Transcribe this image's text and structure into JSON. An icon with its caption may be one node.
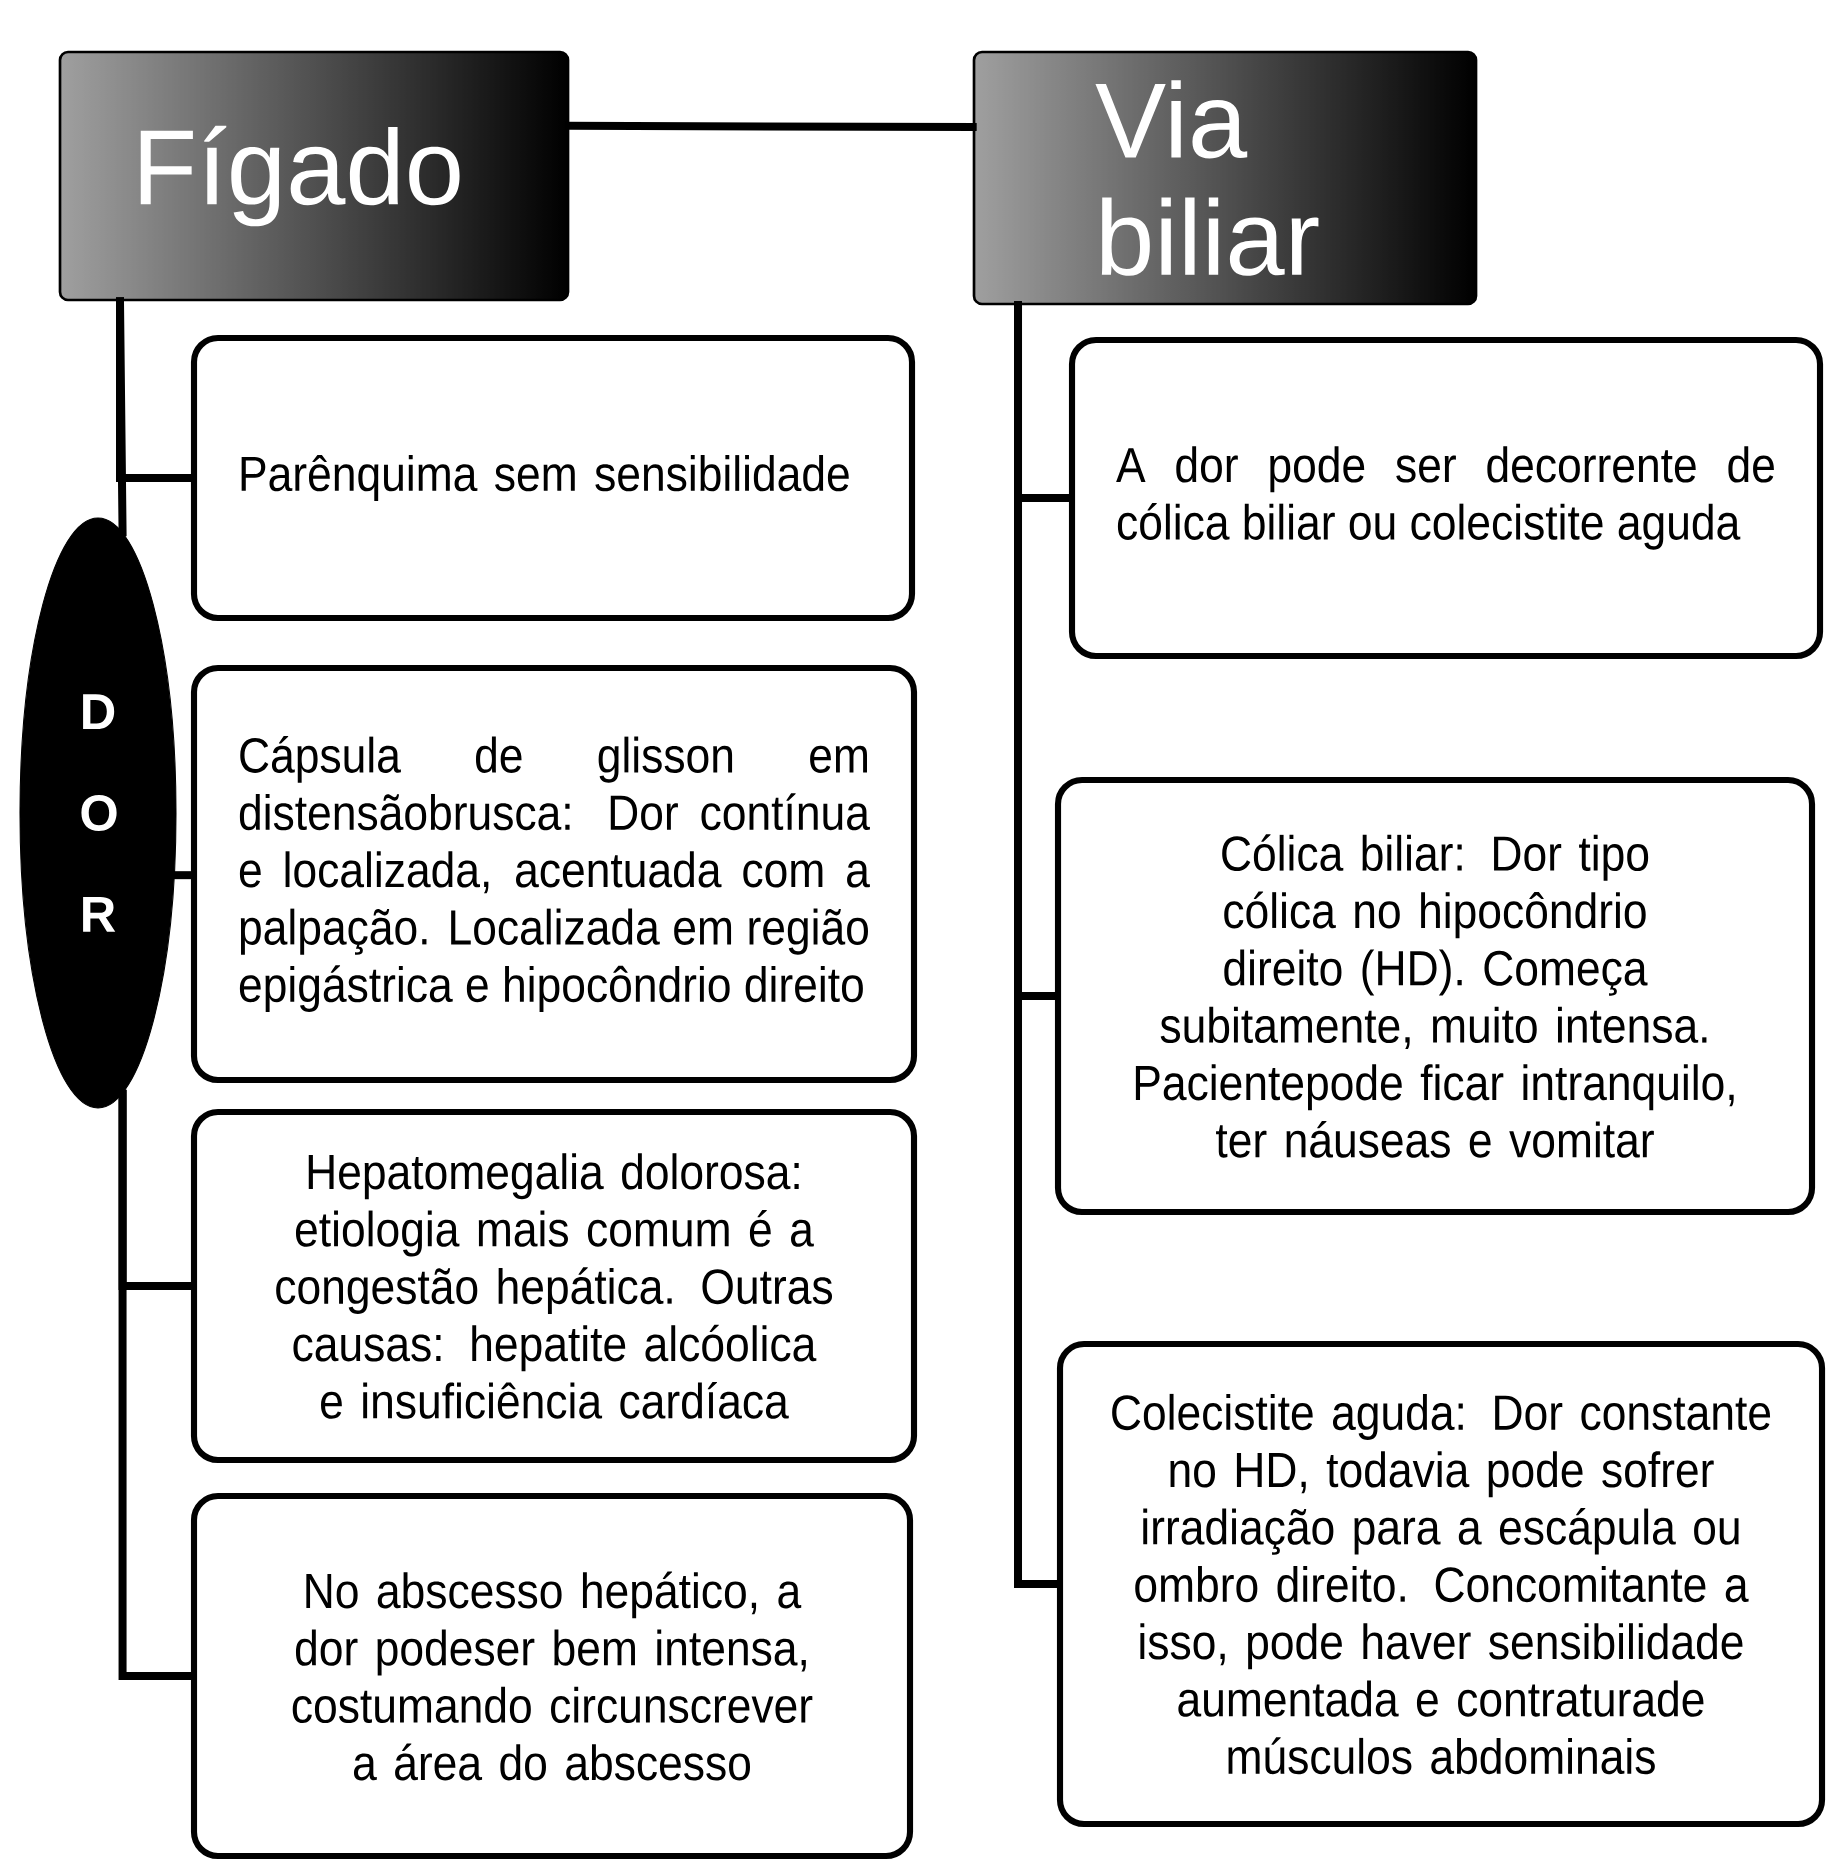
{
  "diagram": {
    "nodes": [
      {
        "text": [
          "Fígado"
        ]
      },
      {
        "text": [
          "Via biliar"
        ]
      },
      {
        "text": [
          "D O R"
        ]
      },
      {
        "text": [
          "Parênquima sem sensibilidade"
        ]
      },
      {
        "text": [
          "Cápsula de glisson em distensãobrusca: Dor contínua e localizada, acentuada com a palpação. Localizada em região epigástrica e hipocôndrio direito"
        ]
      },
      {
        "text": [
          "Hepatomegalia dolorosa: etiologia mais comum é a congestão hepática. Outras causas: hepatite alcóolica e insuficiência cardíaca"
        ]
      },
      {
        "text": [
          "No abscesso hepático, a dor podeser bem intensa, costumando circunscrever a área do abscesso"
        ]
      },
      {
        "text": [
          "A dor pode ser decorrente de cólica biliar ou colecistite aguda"
        ]
      },
      {
        "text": [
          "Cólica biliar: Dor tipo cólica no hipocôndrio direito (HD). Começa subitamente, muito intensa. Pacientepode ficar intranquilo, ter náuseas e vomitar"
        ]
      },
      {
        "text": [
          "Colecistite aguda: Dor constante no HD, todavia pode sofrer irradiação para a escápula ou ombro direito. Concomitante a isso, pode haver sensibilidade aumentada e contraturade músculos abdominais"
        ]
      }
    ],
    "edges": [
      {
        "from": 0,
        "to": 1,
        "arrow": "none"
      },
      {
        "from": 0,
        "to": 3,
        "arrow": "none"
      },
      {
        "from": 0,
        "to": 2,
        "arrow": "none"
      },
      {
        "from": 2,
        "to": 4,
        "arrow": "none"
      },
      {
        "from": 2,
        "to": 5,
        "arrow": "none"
      },
      {
        "from": 2,
        "to": 6,
        "arrow": "none"
      },
      {
        "from": 1,
        "to": 7,
        "arrow": "none"
      },
      {
        "from": 1,
        "to": 8,
        "arrow": "none"
      },
      {
        "from": 1,
        "to": 9,
        "arrow": "none"
      }
    ]
  }
}
